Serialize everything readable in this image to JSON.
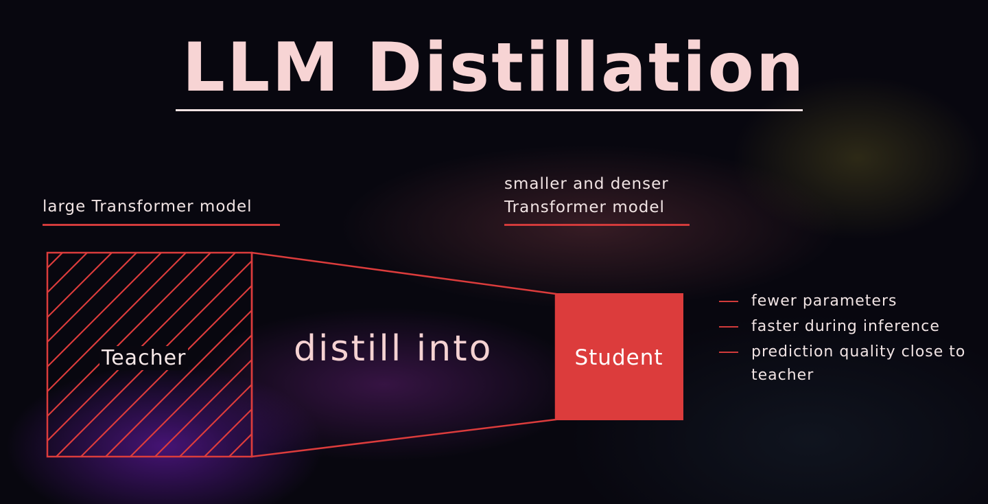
{
  "title": "LLM Distillation",
  "teacher": {
    "caption": "large Transformer model",
    "label": "Teacher"
  },
  "student": {
    "caption_line1": "smaller and denser",
    "caption_line2": "Transformer model",
    "label": "Student"
  },
  "arrow_label": "distill into",
  "features": [
    "fewer parameters",
    "faster during inference",
    "prediction quality close to teacher"
  ],
  "colors": {
    "accent": "#dc3c3c",
    "title": "#f7d4d4",
    "background": "#08070f"
  }
}
